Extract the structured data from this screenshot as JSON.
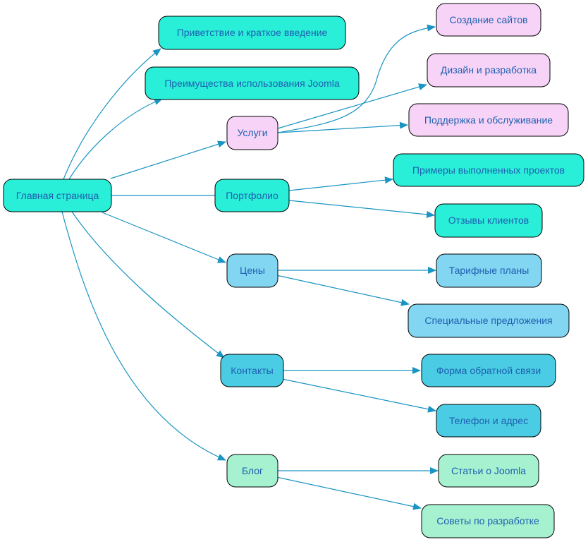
{
  "colors": {
    "edge": "#1a94c2",
    "node_stroke": "#000000",
    "label_text": "#1f5fb0",
    "teal": "#29efd9",
    "pink": "#f7d4f7",
    "light_blue": "#82d6f2",
    "blue": "#4acde4",
    "mint": "#a6f2d0",
    "background": "#ffffff"
  },
  "nodes": {
    "main": {
      "label": "Главная страница",
      "fill": "teal"
    },
    "intro": {
      "label": "Приветствие и краткое введение",
      "fill": "teal"
    },
    "advantages": {
      "label": "Преимущества использования Joomla",
      "fill": "teal"
    },
    "services": {
      "label": "Услуги",
      "fill": "pink"
    },
    "portfolio": {
      "label": "Портфолио",
      "fill": "teal"
    },
    "prices": {
      "label": "Цены",
      "fill": "light_blue"
    },
    "contacts": {
      "label": "Контакты",
      "fill": "blue"
    },
    "blog": {
      "label": "Блог",
      "fill": "mint"
    },
    "site_creation": {
      "label": "Создание сайтов",
      "fill": "pink"
    },
    "design_dev": {
      "label": "Дизайн и разработка",
      "fill": "pink"
    },
    "support": {
      "label": "Поддержка и обслуживание",
      "fill": "pink"
    },
    "project_examples": {
      "label": "Примеры выполненных проектов",
      "fill": "teal"
    },
    "client_reviews": {
      "label": "Отзывы клиентов",
      "fill": "teal"
    },
    "tariff_plans": {
      "label": "Тарифные планы",
      "fill": "light_blue"
    },
    "special_offers": {
      "label": "Специальные предложения",
      "fill": "light_blue"
    },
    "feedback_form": {
      "label": "Форма обратной связи",
      "fill": "blue"
    },
    "phone_address": {
      "label": "Телефон и адрес",
      "fill": "blue"
    },
    "joomla_articles": {
      "label": "Статьи о Joomla",
      "fill": "mint"
    },
    "dev_tips": {
      "label": "Советы по разработке",
      "fill": "mint"
    }
  },
  "edges": [
    {
      "from": "main",
      "to": "intro"
    },
    {
      "from": "main",
      "to": "advantages"
    },
    {
      "from": "main",
      "to": "services"
    },
    {
      "from": "main",
      "to": "portfolio"
    },
    {
      "from": "main",
      "to": "prices"
    },
    {
      "from": "main",
      "to": "contacts"
    },
    {
      "from": "main",
      "to": "blog"
    },
    {
      "from": "services",
      "to": "site_creation"
    },
    {
      "from": "services",
      "to": "design_dev"
    },
    {
      "from": "services",
      "to": "support"
    },
    {
      "from": "portfolio",
      "to": "project_examples"
    },
    {
      "from": "portfolio",
      "to": "client_reviews"
    },
    {
      "from": "prices",
      "to": "tariff_plans"
    },
    {
      "from": "prices",
      "to": "special_offers"
    },
    {
      "from": "contacts",
      "to": "feedback_form"
    },
    {
      "from": "contacts",
      "to": "phone_address"
    },
    {
      "from": "blog",
      "to": "joomla_articles"
    },
    {
      "from": "blog",
      "to": "dev_tips"
    }
  ]
}
